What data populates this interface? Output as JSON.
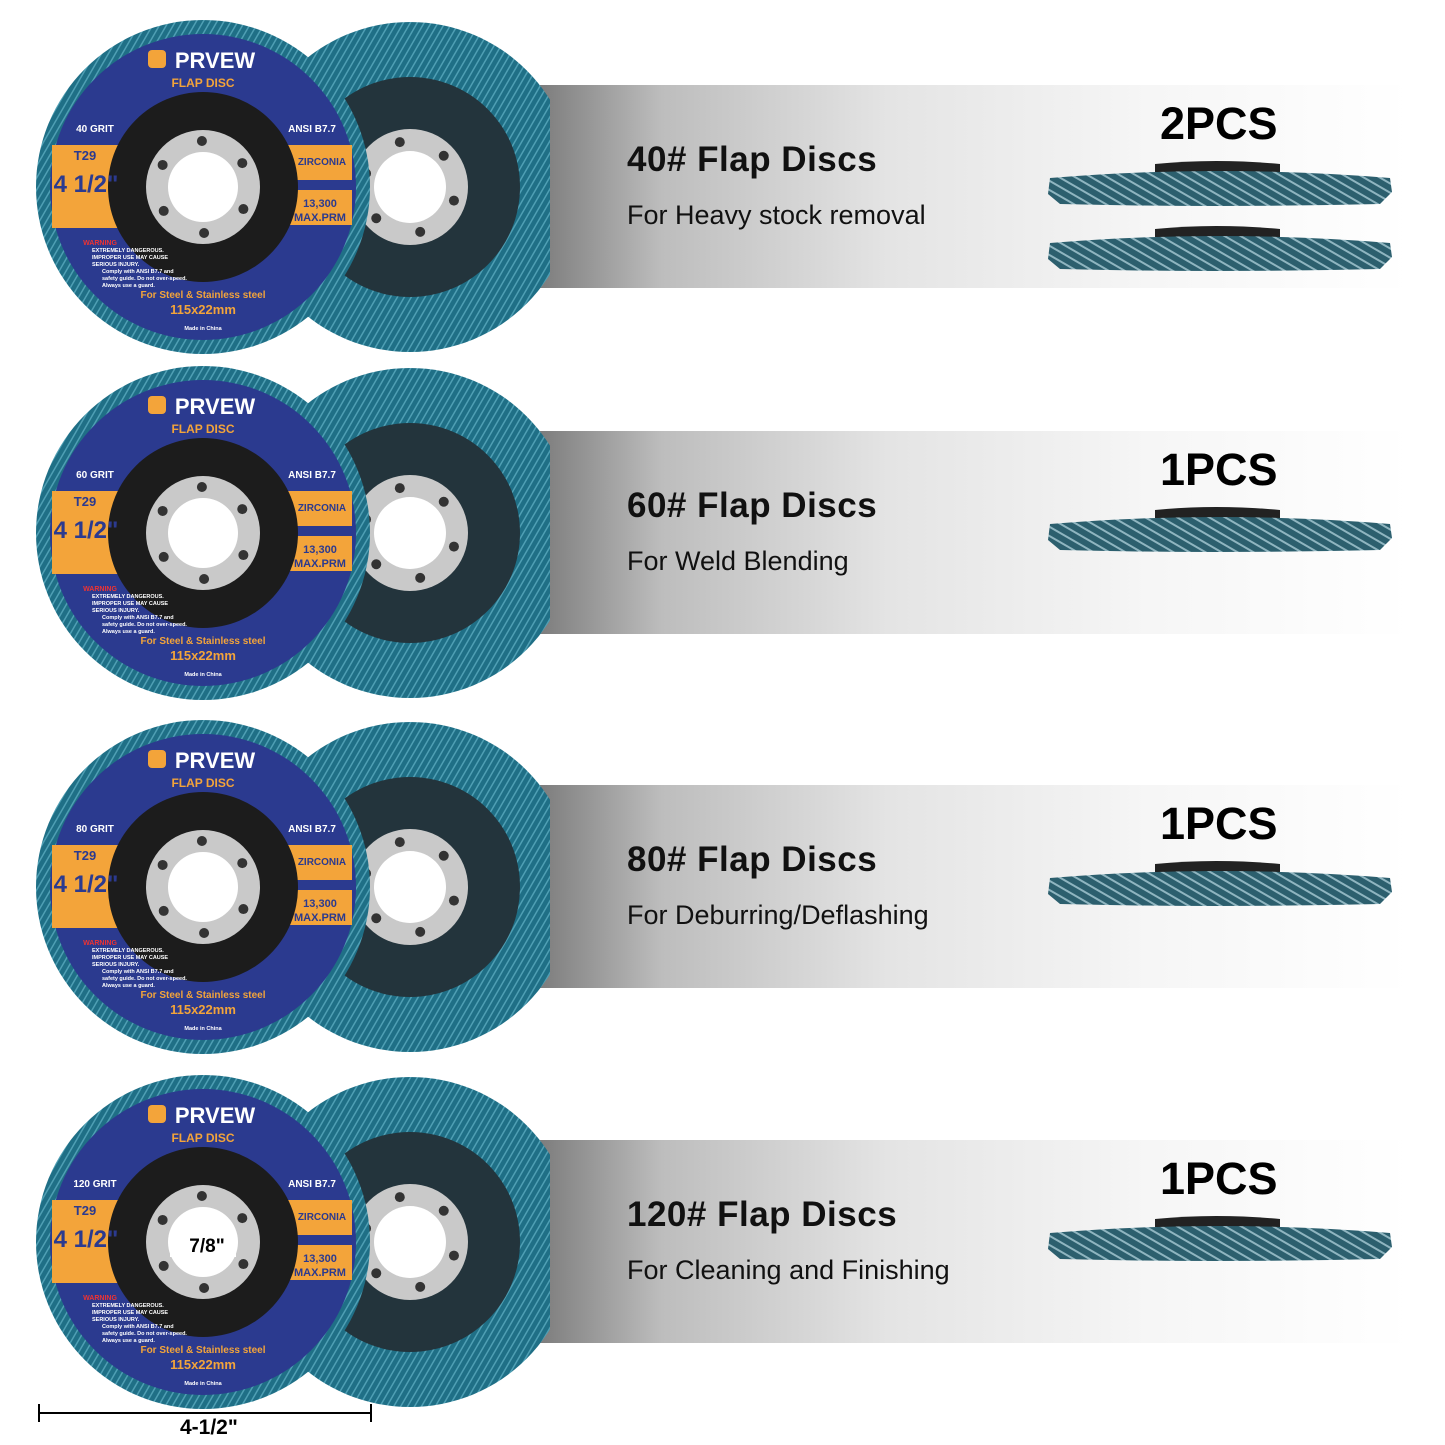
{
  "colors": {
    "disc_teal": "#1f6f86",
    "label_blue": "#2b3a8f",
    "label_orange": "#f3a43a",
    "hub_black": "#1c1c1c"
  },
  "brand": "PRVEW",
  "disc_label": {
    "product": "FLAP DISC",
    "type": "T29",
    "size": "4 1/2\"",
    "standard": "ANSI B7.7",
    "material": "ZIRCONIA",
    "rpm_value": "13,300",
    "rpm_unit": "MAX.PRM",
    "warning": "WARNING",
    "warning_lines": [
      "EXTREMELY DANGEROUS.",
      "IMPROPER USE MAY CAUSE",
      "SERIOUS INJURY.",
      "Comply with ANSI B7.7 and",
      "safety guide. Do not over-speed.",
      "Always use a guard."
    ],
    "application": "For Steel & Stainless steel",
    "dimensions": "115x22mm",
    "origin": "Made in China"
  },
  "rows": [
    {
      "grit": "40 GRIT",
      "title": "40# Flap Discs",
      "subtitle": "For Heavy stock removal",
      "quantity": "2PCS",
      "count": 2
    },
    {
      "grit": "60 GRIT",
      "title": "60# Flap Discs",
      "subtitle": "For Weld Blending",
      "quantity": "1PCS",
      "count": 1
    },
    {
      "grit": "80 GRIT",
      "title": "80# Flap Discs",
      "subtitle": "For Deburring/Deflashing",
      "quantity": "1PCS",
      "count": 1
    },
    {
      "grit": "120 GRIT",
      "title": "120# Flap Discs",
      "subtitle": "For Cleaning and Finishing",
      "quantity": "1PCS",
      "count": 1
    }
  ],
  "arbor_label": "7/8\"",
  "diameter_label": "4-1/2\""
}
